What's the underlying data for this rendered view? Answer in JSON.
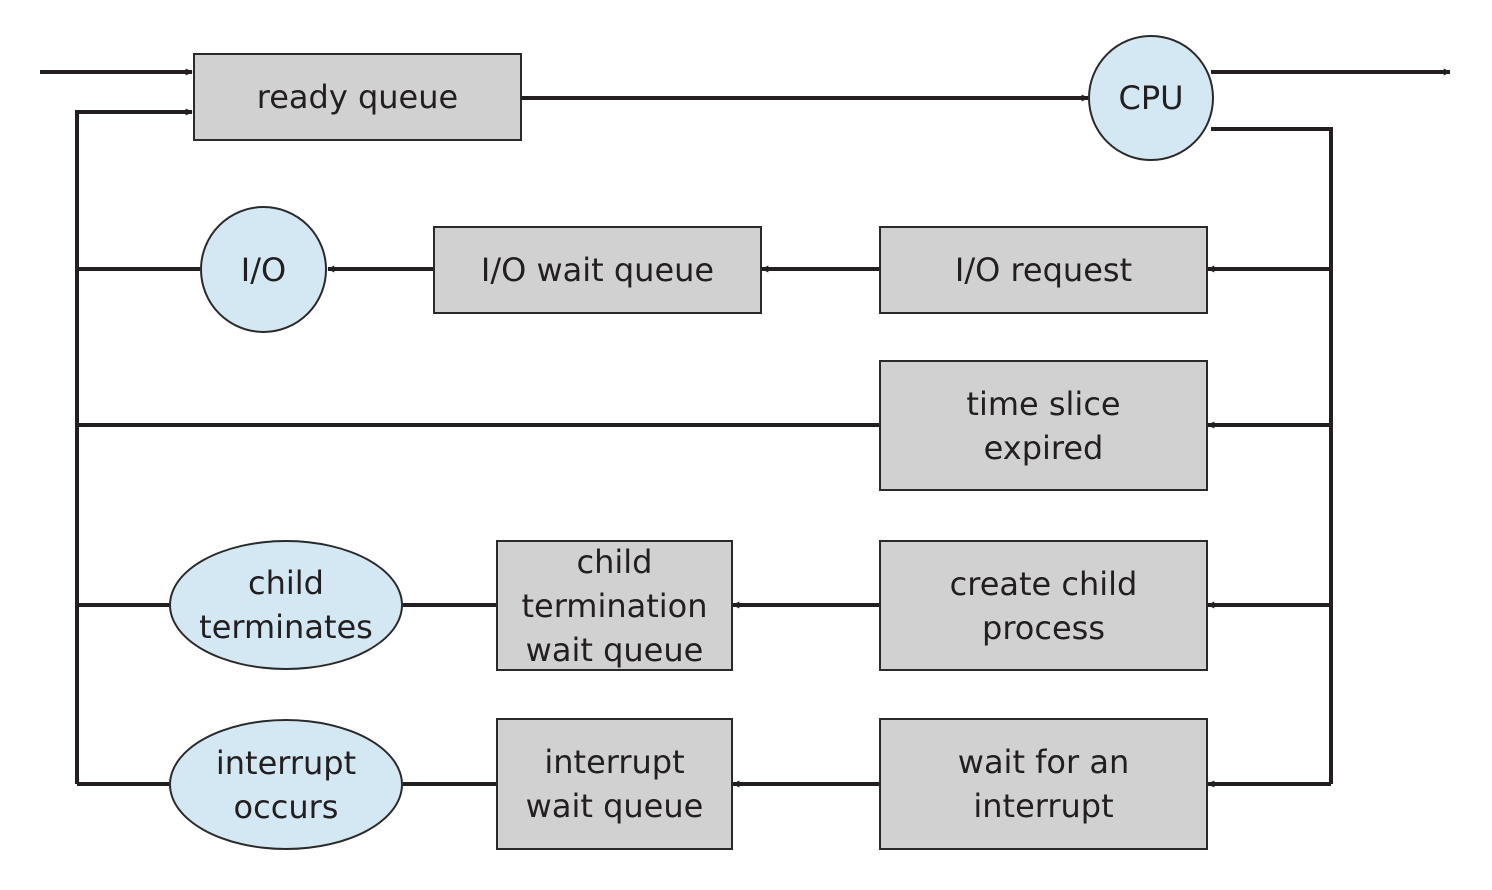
{
  "nodes": {
    "ready_queue": {
      "label": "ready queue"
    },
    "cpu": {
      "label": "CPU"
    },
    "io": {
      "label": "I/O"
    },
    "io_wait_queue": {
      "label": "I/O wait queue"
    },
    "io_request": {
      "label": "I/O request"
    },
    "time_slice_expired": {
      "label": "time slice\nexpired"
    },
    "child_terminates": {
      "label": "child\nterminates"
    },
    "child_termination_wait_queue": {
      "label": "child\ntermination\nwait queue"
    },
    "create_child_process": {
      "label": "create child\nprocess"
    },
    "interrupt_occurs": {
      "label": "interrupt\noccurs"
    },
    "interrupt_wait_queue": {
      "label": "interrupt\nwait queue"
    },
    "wait_for_interrupt": {
      "label": "wait for an\ninterrupt"
    }
  },
  "colors": {
    "queue_fill": "#d1d1d1",
    "event_fill": "#d3e8f3",
    "line": "#231f20"
  }
}
